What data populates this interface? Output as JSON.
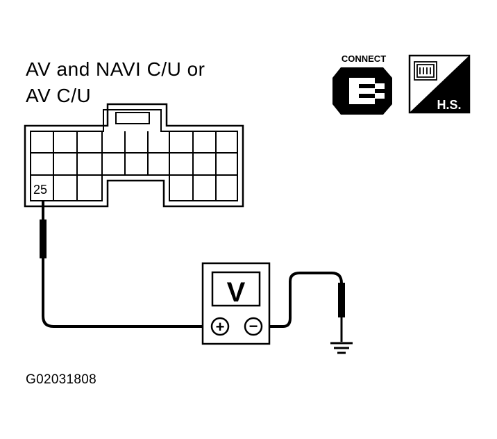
{
  "connector": {
    "title_line1": "AV and NAVI C/U or",
    "title_line2": "AV C/U",
    "terminal_label": "25"
  },
  "icons": {
    "connect_label": "CONNECT",
    "hs_label": "H.S."
  },
  "meter": {
    "display": "V",
    "positive_symbol": "+",
    "negative_symbol": "−"
  },
  "figure_id": "G02031808"
}
